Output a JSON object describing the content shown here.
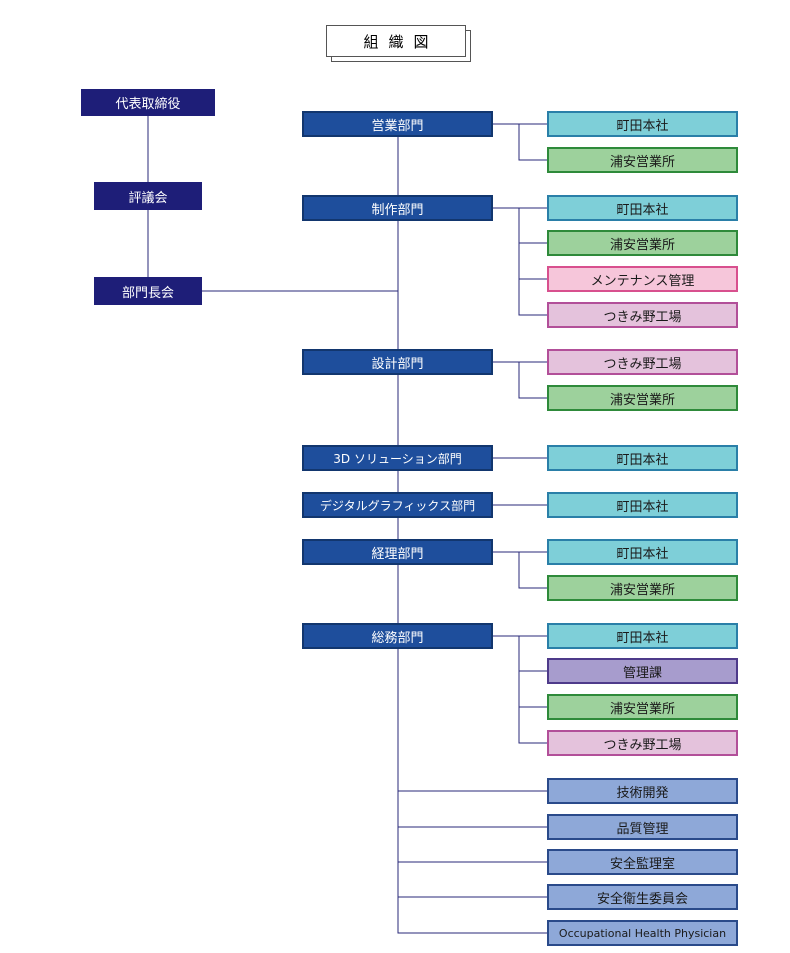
{
  "title": "組織図",
  "executives": [
    "代表取締役",
    "評議会",
    "部門長会"
  ],
  "departments": [
    {
      "name": "営業部門",
      "offices": [
        "町田本社",
        "浦安営業所"
      ]
    },
    {
      "name": "制作部門",
      "offices": [
        "町田本社",
        "浦安営業所",
        "メンテナンス管理",
        "つきみ野工場"
      ]
    },
    {
      "name": "設計部門",
      "offices": [
        "つきみ野工場",
        "浦安営業所"
      ]
    },
    {
      "name": "3D ソリューション部門",
      "offices": [
        "町田本社"
      ]
    },
    {
      "name": "デジタルグラフィックス部門",
      "offices": [
        "町田本社"
      ]
    },
    {
      "name": "経理部門",
      "offices": [
        "町田本社",
        "浦安営業所"
      ]
    },
    {
      "name": "総務部門",
      "offices": [
        "町田本社",
        "管理課",
        "浦安営業所",
        "つきみ野工場"
      ]
    }
  ],
  "staff_units": [
    "技術開発",
    "品質管理",
    "安全監理室",
    "安全衛生委員会",
    "Occupational Health Physician"
  ],
  "colors": {
    "executive": "#1e1e78",
    "department": "#1e4e9c",
    "machida": "#7ecfd8",
    "urayasu": "#9dd19c",
    "maintenance": "#f6c6da",
    "tsukimino": "#e4c2dc",
    "kanri": "#a79ccd",
    "staff": "#8ea8d8",
    "line": "#2a2a7a"
  }
}
